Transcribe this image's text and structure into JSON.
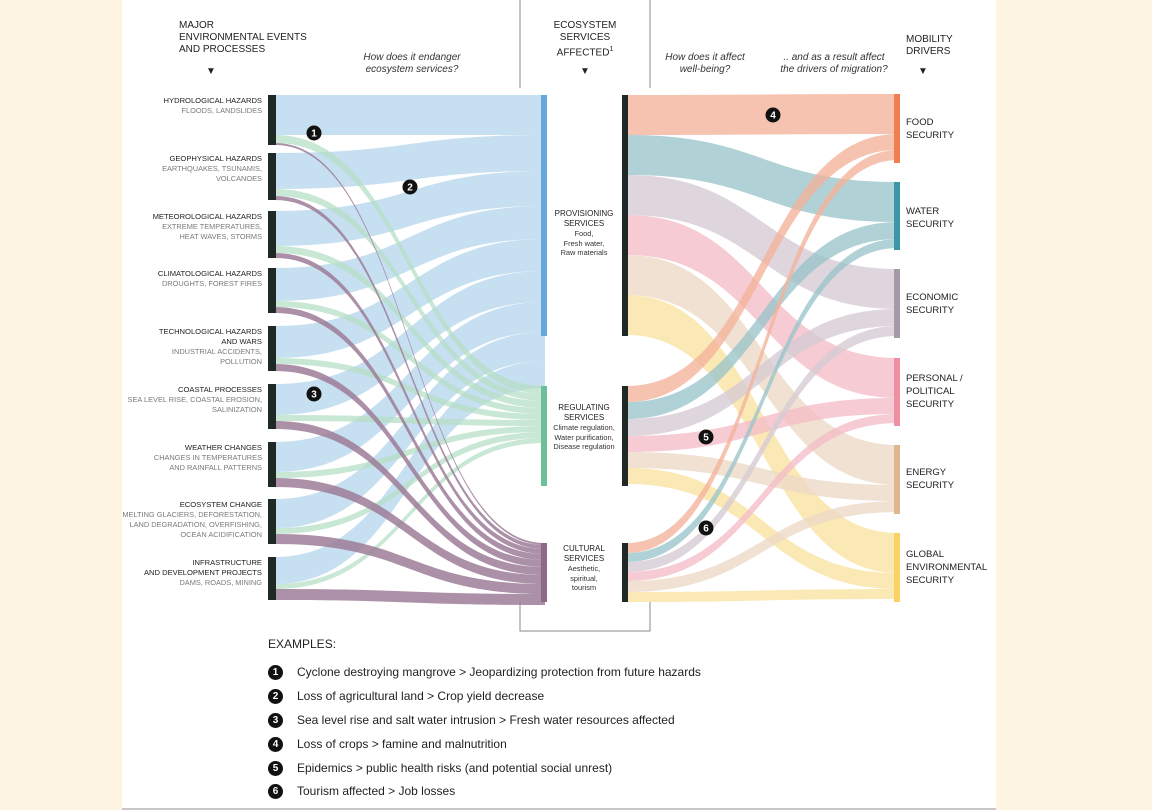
{
  "headers": {
    "events": "MAJOR\nENVIRONMENTAL EVENTS\nAND PROCESSES",
    "services": "ECOSYSTEM\nSERVICES\nAFFECTED",
    "services_sup": "1",
    "drivers": "MOBILITY\nDRIVERS",
    "q_endanger": "How does it endanger\necosystem services?",
    "q_wellbeing": "How does it affect\nwell-being?",
    "q_migration": ".. and as a result affect\nthe drivers of migration?",
    "arrow": "▼"
  },
  "events": [
    {
      "title": "HYDROLOGICAL HAZARDS",
      "sub": "FLOODS, LANDSLIDES"
    },
    {
      "title": "GEOPHYSICAL HAZARDS",
      "sub": "EARTHQUAKES, TSUNAMIS,\nVOLCANOES"
    },
    {
      "title": "METEOROLOGICAL HAZARDS",
      "sub": "EXTREME TEMPERATURES,\nHEAT WAVES, STORMS"
    },
    {
      "title": "CLIMATOLOGICAL HAZARDS",
      "sub": "DROUGHTS, FOREST FIRES"
    },
    {
      "title": "TECHNOLOGICAL HAZARDS\nAND WARS",
      "sub": "INDUSTRIAL ACCIDENTS,\nPOLLUTION"
    },
    {
      "title": "COASTAL PROCESSES",
      "sub": "SEA LEVEL RISE, COASTAL EROSION,\nSALINIZATION"
    },
    {
      "title": "WEATHER CHANGES",
      "sub": "CHANGES IN TEMPERATURES\nAND RAINFALL PATTERNS"
    },
    {
      "title": "ECOSYSTEM CHANGE",
      "sub": "MELTING GLACIERS, DEFORESTATION,\nLAND DEGRADATION, OVERFISHING,\nOCEAN ACIDIFICATION"
    },
    {
      "title": "INFRASTRUCTURE\nAND DEVELOPMENT PROJECTS",
      "sub": "DAMS, ROADS, MINING"
    }
  ],
  "services": [
    {
      "title": "PROVISIONING\nSERVICES",
      "sub": "Food,\nFresh water,\nRaw materials",
      "color": "#64a9dc"
    },
    {
      "title": "REGULATING\nSERVICES",
      "sub": "Climate regulation,\nWater purification,\nDisease regulation",
      "color": "#6dbf9a"
    },
    {
      "title": "CULTURAL\nSERVICES",
      "sub": "Aesthetic,\nspiritual,\ntourism",
      "color": "#8c6a88"
    }
  ],
  "drivers": [
    {
      "label": "FOOD\nSECURITY",
      "color": "#ef7f4c"
    },
    {
      "label": "WATER\nSECURITY",
      "color": "#3c96a8"
    },
    {
      "label": "ECONOMIC\nSECURITY",
      "color": "#a59ba8"
    },
    {
      "label": "PERSONAL /\nPOLITICAL\nSECURITY",
      "color": "#ef8fa2"
    },
    {
      "label": "ENERGY\nSECURITY",
      "color": "#ddb790"
    },
    {
      "label": "GLOBAL\nENVIRONMENTAL\nSECURITY",
      "color": "#fbd262"
    }
  ],
  "flow_colors": {
    "provisioning": "#bcd9ef",
    "regulating": "#b5dfc6",
    "cultural": "#9c7c98",
    "food": "#f3b29a",
    "water": "#9ac4c9",
    "economic": "#d6cbd3",
    "personal": "#f4bcc6",
    "energy": "#ecd9c5",
    "global": "#fae3a0",
    "event_bar": "#1f2a27"
  },
  "examples_title": "EXAMPLES:",
  "examples": [
    {
      "num": "1",
      "text": "Cyclone destroying mangrove > Jeopardizing protection from future hazards"
    },
    {
      "num": "2",
      "text": "Loss of agricultural land > Crop yield decrease"
    },
    {
      "num": "3",
      "text": "Sea level rise and salt water intrusion > Fresh water resources affected"
    },
    {
      "num": "4",
      "text": "Loss of crops > famine and malnutrition"
    },
    {
      "num": "5",
      "text": "Epidemics > public health risks (and potential social unrest)"
    },
    {
      "num": "6",
      "text": "Tourism affected > Job losses"
    }
  ]
}
